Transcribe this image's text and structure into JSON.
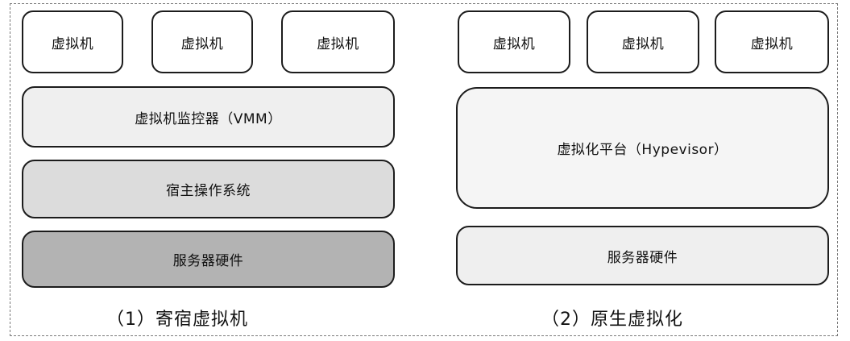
{
  "left": {
    "vms": [
      "虚拟机",
      "虚拟机",
      "虚拟机"
    ],
    "vmm": "虚拟机监控器（VMM）",
    "host_os": "宿主操作系统",
    "hardware": "服务器硬件",
    "caption": "（1）寄宿虚拟机"
  },
  "right": {
    "vms": [
      "虚拟机",
      "虚拟机",
      "虚拟机"
    ],
    "hypervisor": "虚拟化平台（Hypevisor）",
    "hardware": "服务器硬件",
    "caption": "（2）原生虚拟化"
  }
}
